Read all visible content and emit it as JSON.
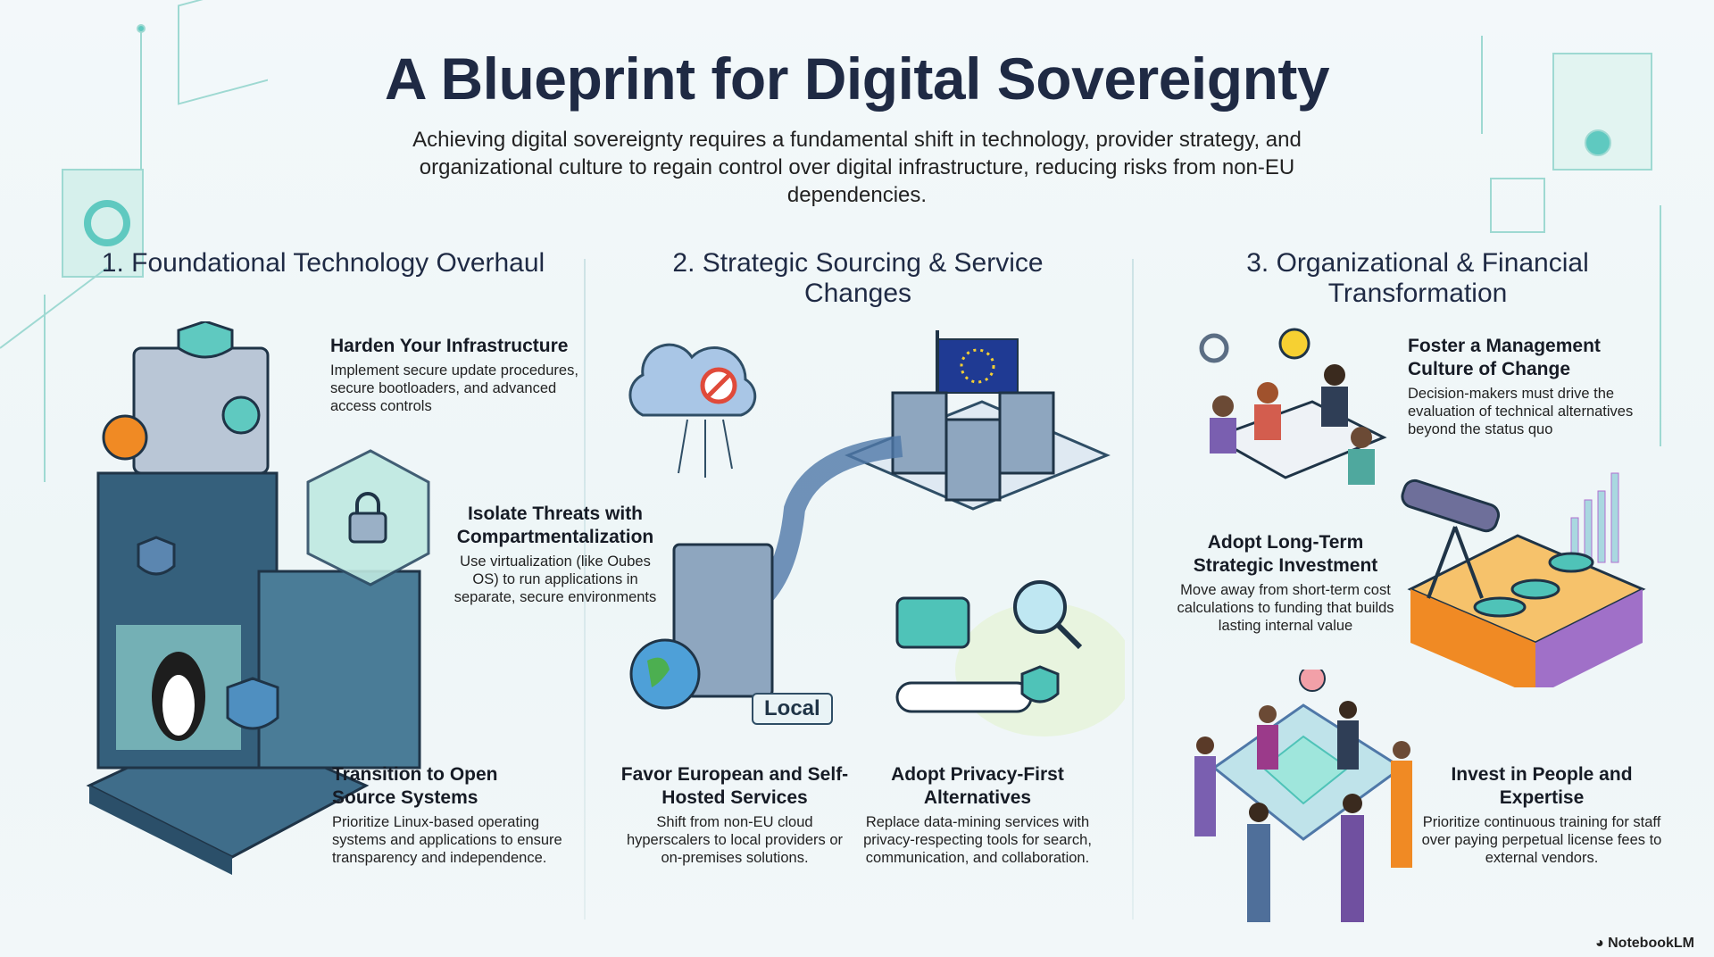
{
  "title": "A Blueprint for Digital Sovereignty",
  "subtitle": "Achieving digital sovereignty requires a fundamental shift in technology, provider strategy, and organizational culture to regain control over digital infrastructure, reducing risks from non-EU dependencies.",
  "sections": [
    {
      "heading": "1. Foundational Technology Overhaul",
      "items": [
        {
          "title": "Harden Your Infrastructure",
          "body": "Implement secure update procedures, secure bootloaders, and advanced access controls"
        },
        {
          "title": "Isolate Threats with Compartmentalization",
          "body": "Use virtualization (like Oubes OS) to run applications in separate, secure environments"
        },
        {
          "title": "Transition to Open Source Systems",
          "body": "Prioritize Linux-based operating systems and applications to ensure transparency and independence."
        }
      ]
    },
    {
      "heading": "2. Strategic Sourcing & Service Changes",
      "items": [
        {
          "title": "Favor European and Self-Hosted Services",
          "body": "Shift from non-EU cloud hyperscalers to local providers or on-premises solutions."
        },
        {
          "title": "Adopt Privacy-First Alternatives",
          "body": "Replace data-mining services with privacy-respecting tools for search, communication, and collaboration."
        }
      ],
      "server_label": "Local"
    },
    {
      "heading": "3. Organizational & Financial Transformation",
      "items": [
        {
          "title": "Foster a Management Culture of Change",
          "body": "Decision-makers must drive the evaluation of technical alternatives beyond the status quo"
        },
        {
          "title": "Adopt Long-Term Strategic Investment",
          "body": "Move away from short-term cost calculations to funding that builds lasting internal value"
        },
        {
          "title": "Invest in People and Expertise",
          "body": "Prioritize continuous training for staff over paying perpetual license fees to external vendors."
        }
      ]
    }
  ],
  "brand": "NotebookLM",
  "colors": {
    "title": "#1f2a44",
    "teal": "#5fc9c0",
    "navy": "#2f4e66",
    "eu_blue": "#1f3a93",
    "orange": "#f08a24"
  }
}
